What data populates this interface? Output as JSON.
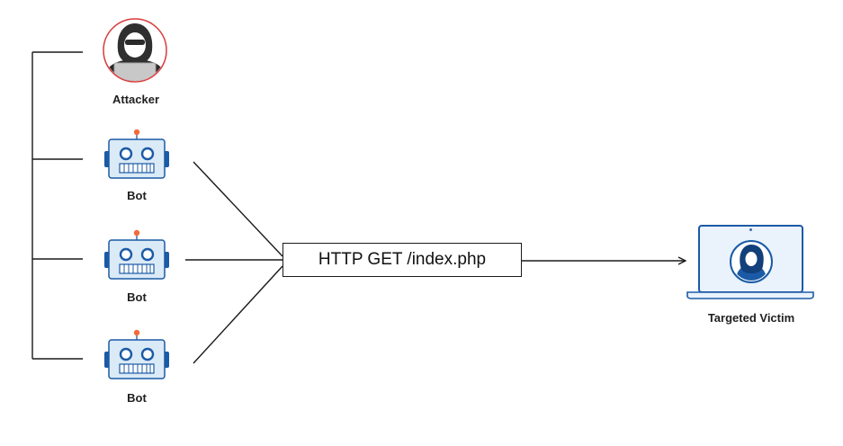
{
  "labels": {
    "attacker": "Attacker",
    "bot_1": "Bot",
    "bot_2": "Bot",
    "bot_3": "Bot",
    "victim": "Targeted Victim"
  },
  "request": {
    "text": "HTTP GET /index.php"
  },
  "icons": {
    "attacker": "hooded-hacker-laptop-icon",
    "bot": "robot-head-icon",
    "victim": "laptop-user-icon"
  },
  "colors": {
    "line": "#1a1a1a",
    "attacker_ring": "#d93a3a",
    "bot_fill": "#dbeaf7",
    "bot_stroke": "#1b5aa6",
    "bot_ear": "#1b5aa6",
    "bot_antenna": "#f26b3a",
    "laptop_frame": "#1b5aa6",
    "laptop_screen": "#eaf2fb"
  }
}
